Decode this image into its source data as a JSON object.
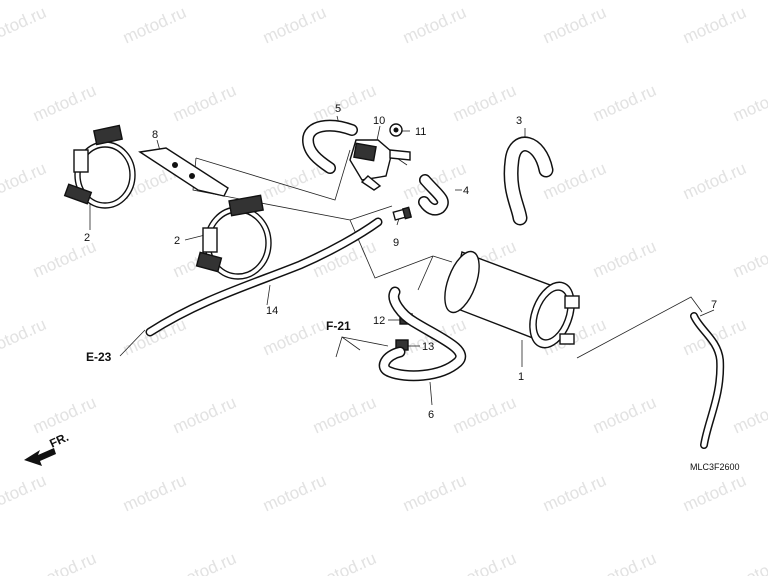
{
  "watermark": "motod.ru",
  "diagram_code": "MLC3F2600",
  "direction_label": "FR.",
  "references": {
    "e23": "E-23",
    "f21": "F-21"
  },
  "callouts": {
    "p1": "1",
    "p2a": "2",
    "p2b": "2",
    "p3": "3",
    "p4": "4",
    "p5": "5",
    "p6": "6",
    "p7": "7",
    "p8": "8",
    "p9": "9",
    "p10": "10",
    "p11": "11",
    "p12": "12",
    "p13": "13",
    "p14": "14"
  }
}
